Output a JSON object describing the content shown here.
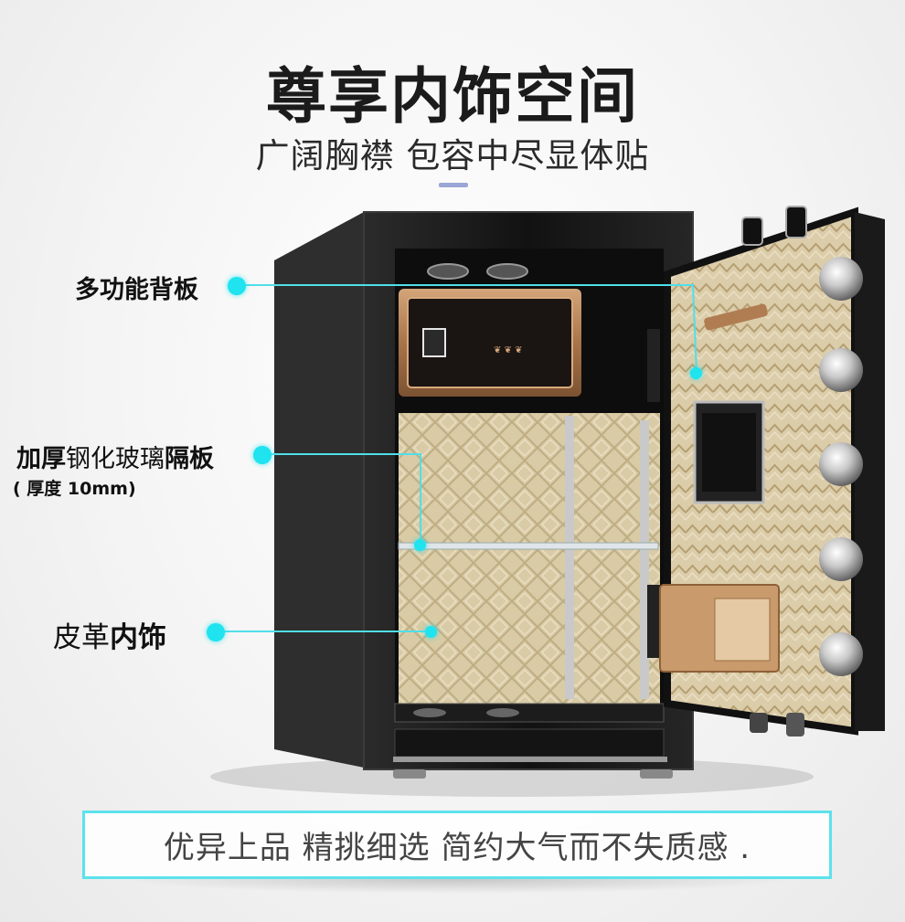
{
  "header": {
    "title": "尊享内饰空间",
    "subtitle": "广阔胸襟 包容中尽显体贴"
  },
  "callouts": {
    "back_panel": "多功能背板",
    "glass_bold_1": "加厚",
    "glass_regular": "钢化玻璃",
    "glass_bold_2": "隔板",
    "glass_note": "( 厚度 10mm)",
    "leather_regular": "皮革",
    "leather_bold": "内饰"
  },
  "footer": {
    "tagline": "优异上品 精挑细选 简约大气而不失质感 ."
  },
  "colors": {
    "accent": "#1fe3ef",
    "safe_body": "#1c1c1c",
    "leather": "#d8c9a2",
    "drawer_gold": "#b07d52"
  }
}
